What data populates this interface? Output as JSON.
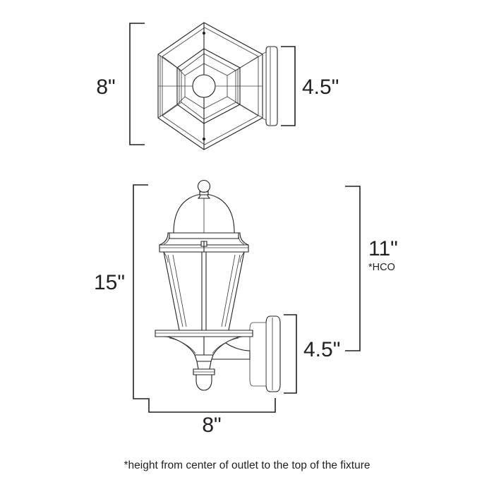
{
  "document": {
    "title": "Outdoor Wall Lantern Dimension Drawing",
    "type": "technical-dimension-drawing"
  },
  "views": {
    "top": {
      "name": "top-view",
      "description": "hexagonal top view of lantern with wall mount plate"
    },
    "side": {
      "name": "side-elevation-view",
      "description": "side elevation of wall lantern with dome top, tapered glass body, bottom finial and wall bracket"
    }
  },
  "dimensions": {
    "top_height": {
      "label": "8\"",
      "name": "top-view-height-dimension",
      "value": 8,
      "unit": "inch"
    },
    "top_depth": {
      "label": "4.5\"",
      "name": "top-view-depth-dimension",
      "value": 4.5,
      "unit": "inch"
    },
    "fixture_height": {
      "label": "15\"",
      "name": "fixture-height-dimension",
      "value": 15,
      "unit": "inch"
    },
    "outlet_height": {
      "label": "11\"",
      "sublabel": "*HCO",
      "name": "outlet-center-height-dimension",
      "value": 11,
      "unit": "inch"
    },
    "backplate_height": {
      "label": "4.5\"",
      "name": "backplate-height-dimension",
      "value": 4.5,
      "unit": "inch"
    },
    "fixture_width": {
      "label": "8\"",
      "name": "fixture-width-dimension",
      "value": 8,
      "unit": "inch"
    }
  },
  "footnote": {
    "text": "*height from center of outlet to the top of the fixture",
    "name": "hco-footnote"
  },
  "colors": {
    "line": "#231f20",
    "line_light": "#414042",
    "background": "#ffffff"
  }
}
